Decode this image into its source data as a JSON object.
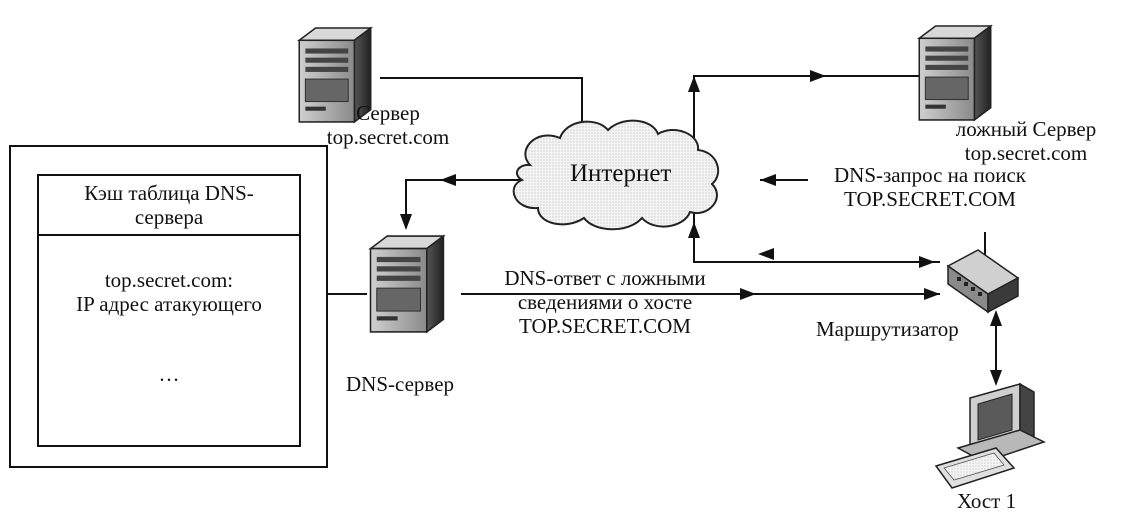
{
  "nodes": {
    "server_real": {
      "line1": "Сервер",
      "line2": "top.secret.com"
    },
    "server_fake": {
      "line1": "ложный Сервер",
      "line2": "top.secret.com"
    },
    "internet": "Интернет",
    "dns_server": "DNS-сервер",
    "router": "Маршрутизатор",
    "host": "Хост 1"
  },
  "cache_table": {
    "title_line1": "Кэш таблица DNS-",
    "title_line2": "сервера",
    "entry_line1": "top.secret.com:",
    "entry_line2": "IP адрес атакующего",
    "ellipsis": "…"
  },
  "messages": {
    "dns_request": {
      "line1": "DNS-запрос на поиск",
      "line2": "TOP.SECRET.COM"
    },
    "dns_response": {
      "line1": "DNS-ответ с ложными",
      "line2": "сведениями о хосте",
      "line3": "TOP.SECRET.COM"
    }
  }
}
